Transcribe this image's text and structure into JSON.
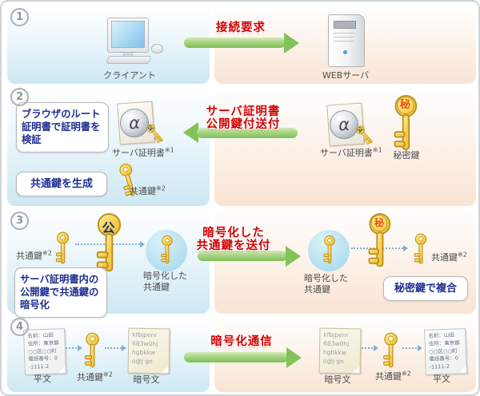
{
  "badges": {
    "public_char": "公",
    "private_char": "秘",
    "alpha_char": "α"
  },
  "row1": {
    "number": "1",
    "client_label": "クライアント",
    "server_label": "WEBサーバ",
    "arrow_label": "接続要求"
  },
  "row2": {
    "number": "2",
    "verify_box": "ブラウザのルート証明書で証明書を検証",
    "generate_box": "共通鍵を生成",
    "cert_label": "サーバ証明書",
    "cert_note": "※1",
    "common_key_label": "共通鍵",
    "common_key_note": "※2",
    "arrow_label": "サーバ証明書\n公開鍵付送付",
    "private_key_label": "秘密鍵"
  },
  "row3": {
    "number": "3",
    "common_key_label": "共通鍵",
    "common_key_note": "※2",
    "encrypted_key_label": "暗号化した\n共通鍵",
    "encrypt_box": "サーバ証明書内の公開鍵で共通鍵の暗号化",
    "arrow_label": "暗号化した\n共通鍵を送付",
    "decrypt_box": "秘密鍵で複合"
  },
  "row4": {
    "number": "4",
    "plain_label": "平文",
    "cipher_label": "暗号文",
    "common_key_label": "共通鍵",
    "common_key_note": "※2",
    "arrow_label": "暗号化通信",
    "plain_text": "名前：山田\n住所：東京都\n○○区○○町\n電話番号：0\n-1111-2",
    "cipher_text": "kfbjpenr\n683w0hj\nhgbkkw\no@j gn"
  }
}
